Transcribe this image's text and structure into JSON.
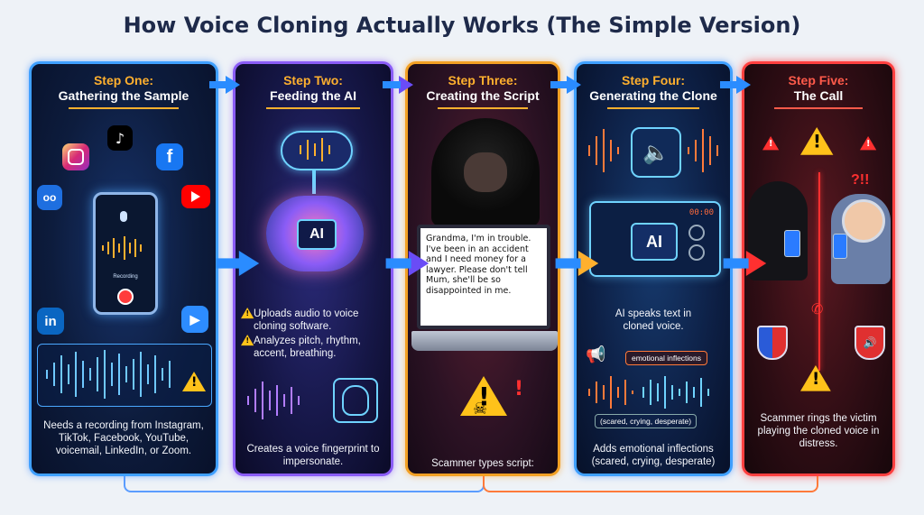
{
  "title": "How Voice Cloning Actually Works (The Simple Version)",
  "colors": {
    "step_label": "#ffb02e",
    "step5_label": "#ff5a4a",
    "arrow": "#2a8cff",
    "title": "#1e2a4a"
  },
  "steps": [
    {
      "label": "Step One:",
      "name": "Gathering the Sample",
      "phone_label": "Recording",
      "icons": [
        "instagram-icon",
        "tiktok-icon",
        "facebook-icon",
        "youtube-icon",
        "voicemail-icon",
        "linkedin-icon",
        "zoom-icon"
      ],
      "icon_text": {
        "linkedin": "in"
      },
      "description": "Needs a recording from Instagram, TikTok, Facebook, YouTube, voicemail, LinkedIn, or Zoom."
    },
    {
      "label": "Step Two:",
      "name": "Feeding the AI",
      "ai_label": "AI",
      "bullets": [
        "Uploads audio to voice cloning software.",
        "Analyzes pitch, rhythm, accent, breathing."
      ],
      "description": "Creates a voice fingerprint to impersonate."
    },
    {
      "label": "Step Three:",
      "name": "Creating the Script",
      "script_text": "Grandma, I'm in trouble. I've been in an accident and I need money for a lawyer. Please don't tell Mum, she'll be so disappointed in me.",
      "description": "Scammer types script:"
    },
    {
      "label": "Step Four:",
      "name": "Generating the Clone",
      "ai_label": "AI",
      "screen_time": "00:00",
      "speaks_text": "AI speaks text in cloned voice.",
      "tag1": "emotional inflections",
      "tag2": "(scared, crying, desperate)",
      "description": "Adds emotional inflections (scared, crying, desperate)"
    },
    {
      "label": "Step Five:",
      "name": "The Call",
      "alarm": "?!!",
      "description": "Scammer rings the victim playing the cloned voice in distress."
    }
  ]
}
